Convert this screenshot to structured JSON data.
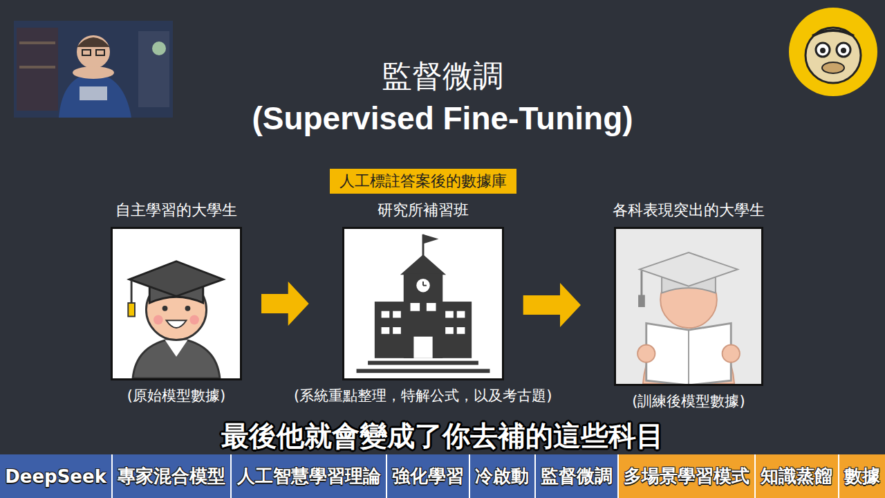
{
  "diagram": {
    "title": "監督微調",
    "caption": "最後他就會變成了你去補的這些科目",
    "nodes": [
      {
        "text": [
          "人工標註答案後的數據庫"
        ]
      },
      {
        "text": [
          "自主學習的大學生",
          "(原始模型數據)"
        ]
      },
      {
        "text": [
          "研究所補習班",
          "(系統重點整理，特解公式，以及考古題)"
        ]
      },
      {
        "text": [
          "各科表現突出的大學生",
          "(訓練後模型數據)"
        ]
      }
    ],
    "edges": [
      {
        "from": 1,
        "to": 2,
        "arrow": "to"
      },
      {
        "from": 2,
        "to": 3,
        "arrow": "to"
      }
    ],
    "labels": [
      "(Supervised Fine-Tuning)",
      "DeepSeek",
      "專家混合模型",
      "人工智慧學習理論",
      "強化學習",
      "冷啟動",
      "監督微調",
      "多場景學習模式",
      "知識蒸餾",
      "數據"
    ]
  }
}
